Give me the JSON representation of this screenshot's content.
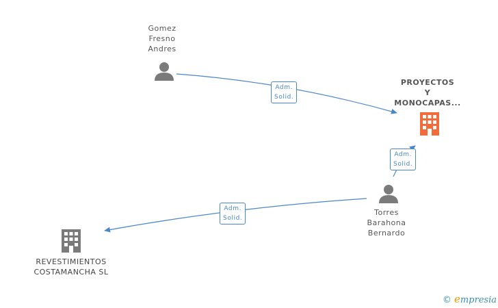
{
  "nodes": {
    "person_gomez": {
      "label": "Gomez\nFresno\nAndres"
    },
    "company_proyectos": {
      "label": "PROYECTOS\nY\nMONOCAPAS..."
    },
    "person_torres": {
      "label": "Torres\nBarahona\nBernardo"
    },
    "company_revestimientos": {
      "label": "REVESTIMIENTOS\nCOSTAMANCHA SL"
    }
  },
  "edges": [
    {
      "from": "person_gomez",
      "to": "company_proyectos",
      "label": "Adm.\nSolid."
    },
    {
      "from": "person_torres",
      "to": "company_proyectos",
      "label": "Adm.\nSolid."
    },
    {
      "from": "person_torres",
      "to": "company_revestimientos",
      "label": "Adm.\nSolid."
    }
  ],
  "colors": {
    "edge": "#4a86c8",
    "person_icon": "#7a7a7a",
    "company_main": "#f26b3a",
    "company_other": "#7a7a7a"
  },
  "footer": {
    "copyright": "©",
    "brand_initial": "e",
    "brand_rest": "mpresia"
  }
}
